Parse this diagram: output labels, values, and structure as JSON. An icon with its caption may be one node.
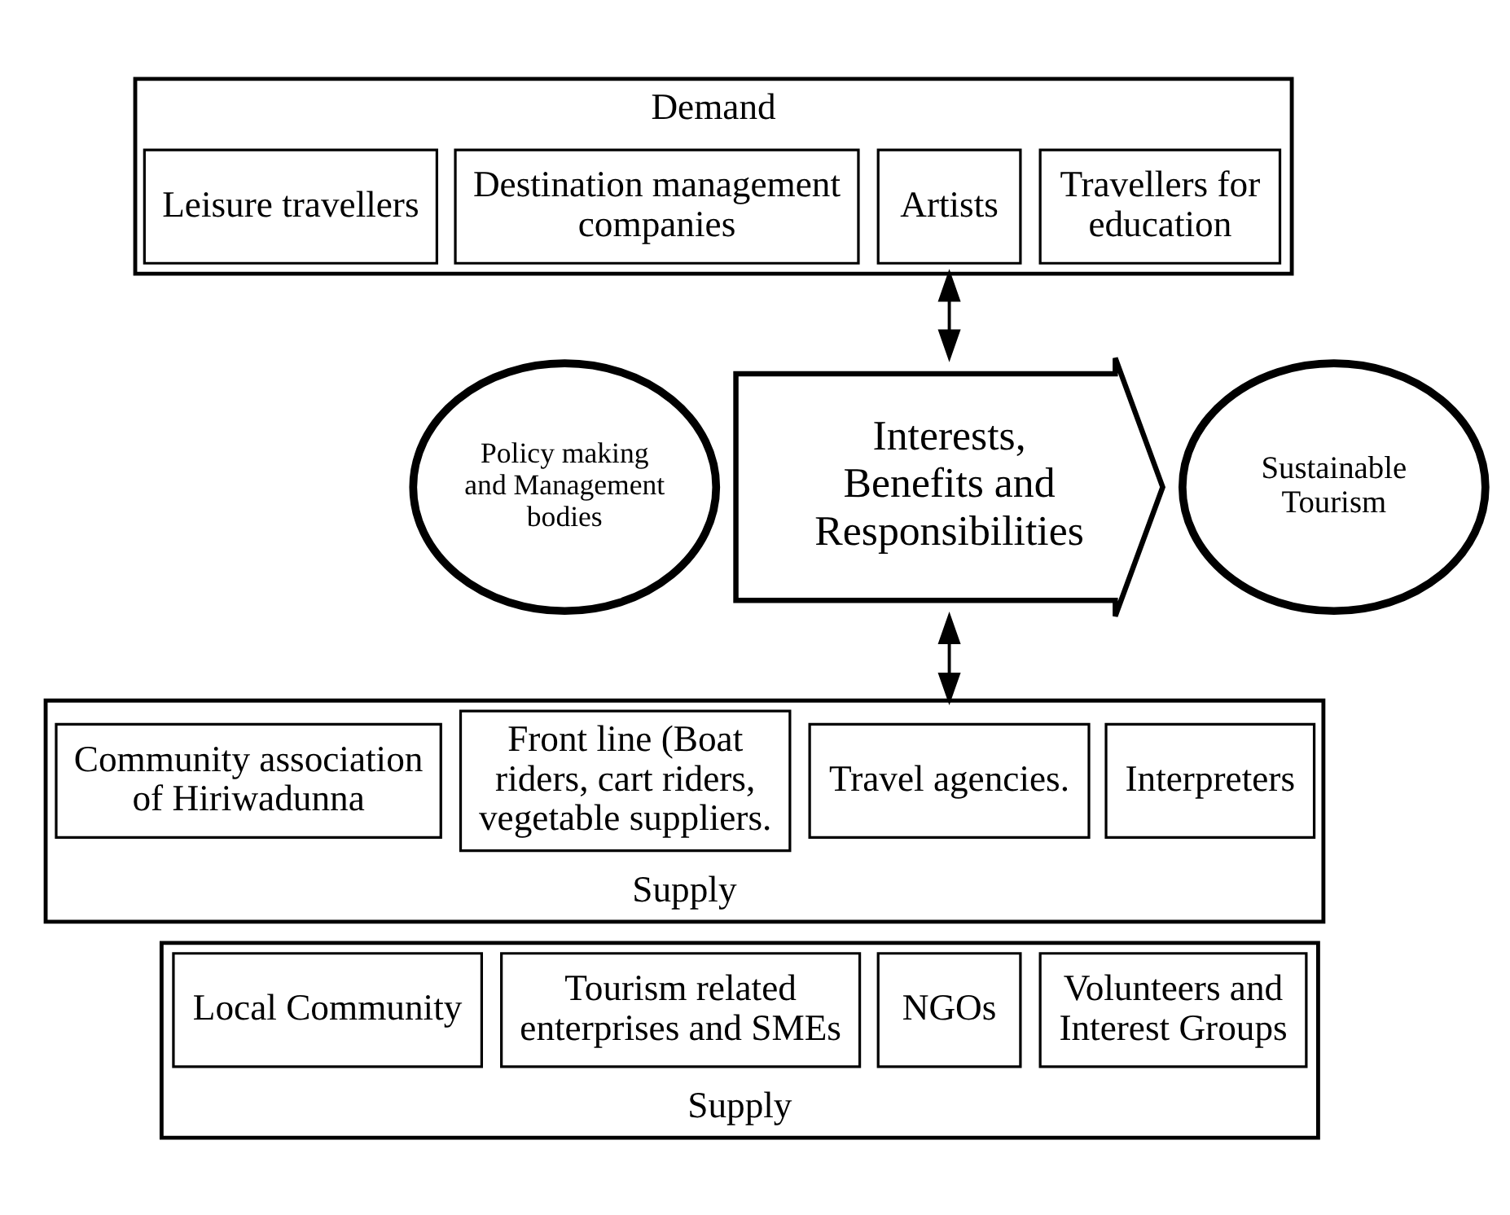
{
  "diagram": {
    "nodes": [
      {
        "text": [
          "Demand"
        ]
      },
      {
        "text": [
          "Leisure travellers"
        ],
        "in": 0
      },
      {
        "text": [
          "Destination management companies"
        ],
        "in": 0
      },
      {
        "text": [
          "Artists"
        ],
        "in": 0
      },
      {
        "text": [
          "Travellers for education"
        ],
        "in": 0
      },
      {
        "text": [
          "Policy making and Management bodies"
        ]
      },
      {
        "text": [
          "Interests, Benefits and Responsibilities"
        ]
      },
      {
        "text": [
          "Sustainable Tourism"
        ]
      },
      {
        "text": [
          "Supply"
        ]
      },
      {
        "text": [
          "Community association of Hiriwadunna"
        ],
        "in": 8
      },
      {
        "text": [
          "Front line (Boat riders, cart riders, vegetable suppliers."
        ],
        "in": 8
      },
      {
        "text": [
          "Travel agencies."
        ],
        "in": 8
      },
      {
        "text": [
          "Interpreters"
        ],
        "in": 8
      },
      {
        "text": [
          "Supply"
        ]
      },
      {
        "text": [
          "Local Community"
        ],
        "in": 13
      },
      {
        "text": [
          "Tourism related enterprises and SMEs"
        ],
        "in": 13
      },
      {
        "text": [
          "NGOs"
        ],
        "in": 13
      },
      {
        "text": [
          "Volunteers and Interest Groups"
        ],
        "in": 13
      }
    ],
    "edges": [
      {
        "from": 0,
        "to": 6,
        "arrow": "both"
      },
      {
        "from": 6,
        "to": 8,
        "arrow": "both"
      }
    ]
  }
}
